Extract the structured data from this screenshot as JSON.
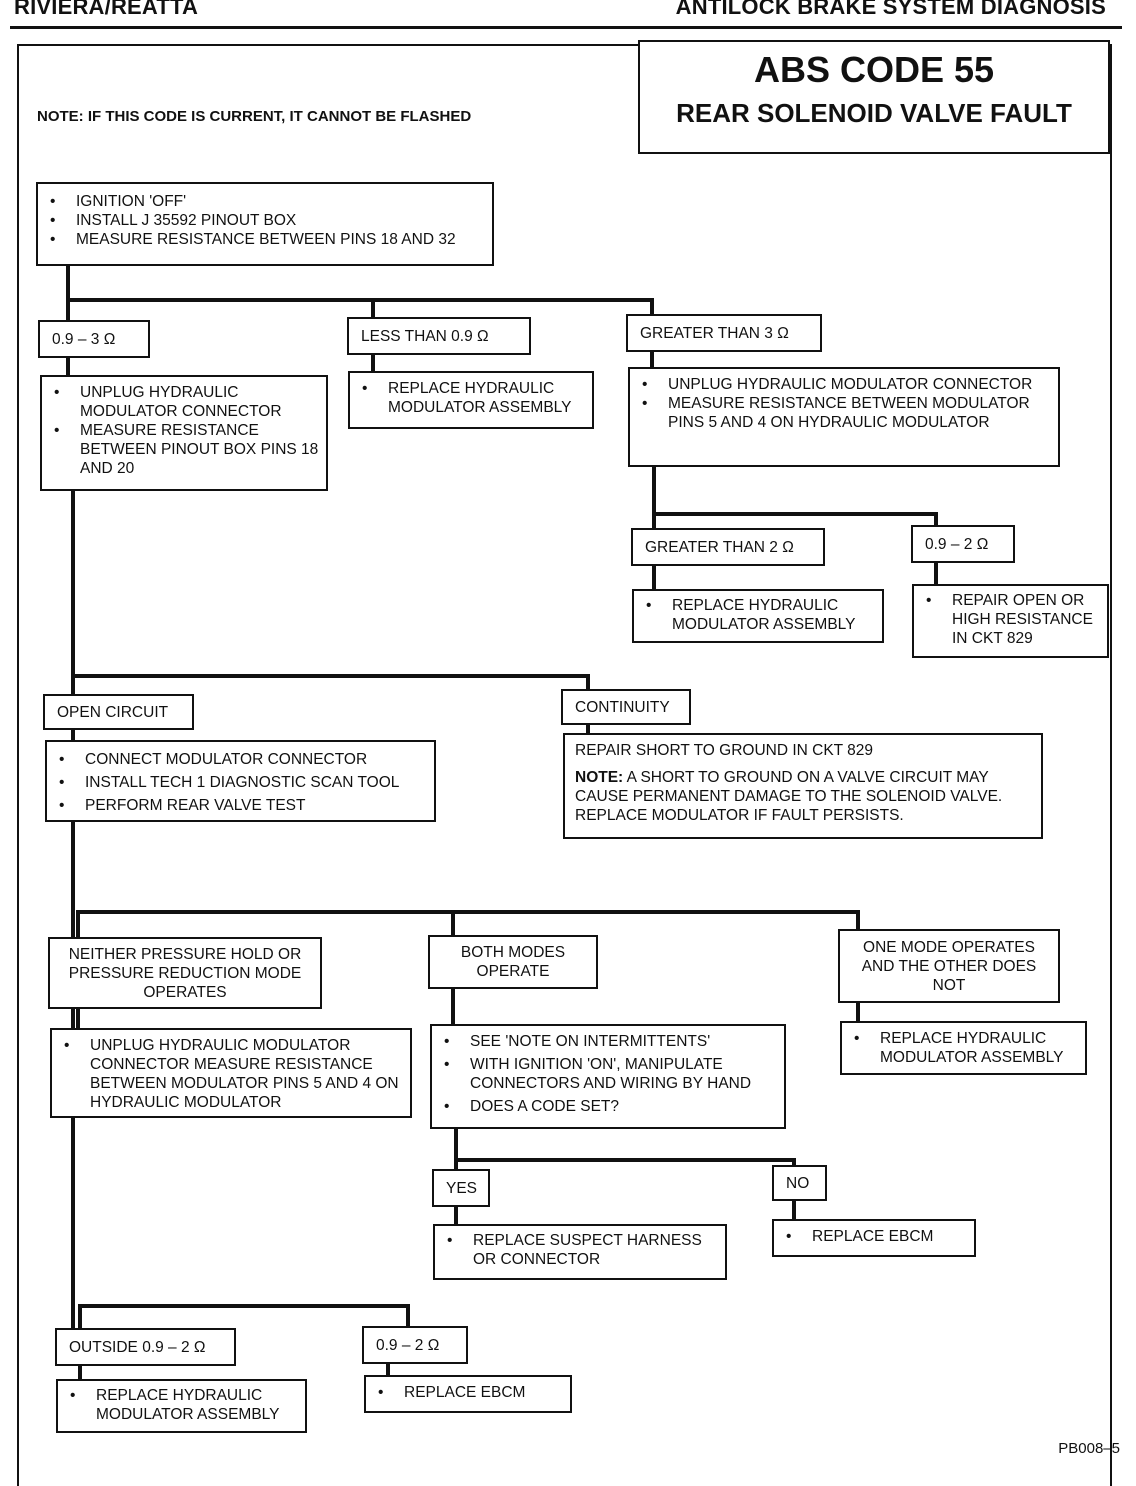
{
  "header": {
    "left": "RIVIERA/REATTA",
    "right": "ANTILOCK BRAKE SYSTEM DIAGNOSIS"
  },
  "title": {
    "code": "ABS CODE 55",
    "name": "REAR SOLENOID VALVE FAULT"
  },
  "note": "NOTE:  IF THIS CODE IS CURRENT, IT CANNOT BE FLASHED",
  "start": {
    "bullets": [
      "IGNITION 'OFF'",
      "INSTALL J 35592 PINOUT BOX",
      "MEASURE RESISTANCE BETWEEN PINS 18 AND 32"
    ]
  },
  "branch1": {
    "a_label": "0.9 – 3  Ω",
    "a_bullets": [
      "UNPLUG HYDRAULIC MODULATOR CONNECTOR",
      "MEASURE  RESISTANCE BETWEEN  PINOUT BOX PINS 18 AND 20"
    ],
    "b_label": "LESS THAN 0.9  Ω",
    "b_bullets": [
      "REPLACE HYDRAULIC MODULATOR ASSEMBLY"
    ],
    "c_label": "GREATER THAN 3  Ω",
    "c_bullets": [
      "UNPLUG HYDRAULIC MODULATOR CONNECTOR",
      "MEASURE RESISTANCE BETWEEN MODULATOR PINS 5 AND 4 ON HYDRAULIC MODULATOR"
    ]
  },
  "branch2": {
    "a_label": "GREATER THAN 2  Ω",
    "a_bullets": [
      "REPLACE HYDRAULIC MODULATOR ASSEMBLY"
    ],
    "b_label": "0.9 – 2  Ω",
    "b_bullets": [
      "REPAIR OPEN OR HIGH RESISTANCE IN CKT 829"
    ]
  },
  "branch3": {
    "open_label": "OPEN CIRCUIT",
    "open_bullets": [
      "CONNECT MODULATOR CONNECTOR",
      "INSTALL TECH 1 DIAGNOSTIC SCAN TOOL",
      "PERFORM  REAR VALVE TEST"
    ],
    "cont_label": "CONTINUITY",
    "cont_text": "REPAIR SHORT TO GROUND IN CKT 829",
    "cont_note_lead": "NOTE:",
    "cont_note": " A SHORT TO GROUND ON A VALVE CIRCUIT MAY CAUSE PERMANENT DAMAGE TO THE SOLENOID VALVE. REPLACE MODULATOR IF FAULT  PERSISTS."
  },
  "branch4": {
    "a_label": "NEITHER PRESSURE HOLD OR PRESSURE REDUCTION MODE OPERATES",
    "a_bullets": [
      "UNPLUG HYDRAULIC MODULATOR CONNECTOR MEASURE RESISTANCE BETWEEN MODULATOR PINS 5 AND 4 ON HYDRAULIC MODULATOR"
    ],
    "b_label": "BOTH MODES OPERATE",
    "b_bullets": [
      "SEE 'NOTE ON INTERMITTENTS'",
      "WITH IGNITION 'ON', MANIPULATE CONNECTORS AND WIRING BY HAND",
      "DOES A CODE SET?"
    ],
    "c_label": "ONE MODE OPERATES AND THE OTHER DOES NOT",
    "c_bullets": [
      "REPLACE HYDRAULIC MODULATOR ASSEMBLY"
    ]
  },
  "branch5": {
    "yes_label": "YES",
    "yes_bullets": [
      "REPLACE SUSPECT HARNESS OR CONNECTOR"
    ],
    "no_label": "NO",
    "no_bullets": [
      "REPLACE  EBCM"
    ]
  },
  "branch6": {
    "a_label": "OUTSIDE 0.9 – 2  Ω",
    "a_bullets": [
      "REPLACE HYDRAULIC MODULATOR ASSEMBLY"
    ],
    "b_label": "0.9 – 2  Ω",
    "b_bullets": [
      "REPLACE  EBCM"
    ]
  },
  "footer": "PB008–5"
}
